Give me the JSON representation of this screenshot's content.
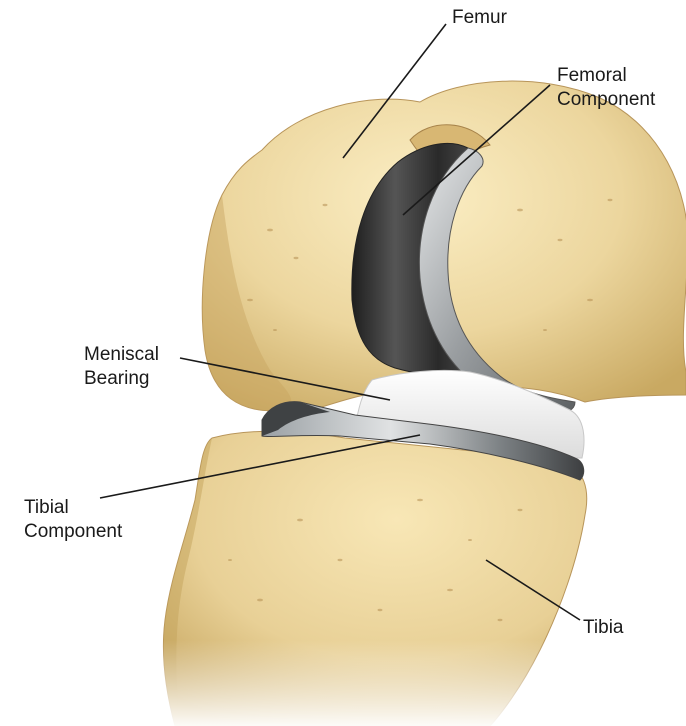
{
  "labels": {
    "femur": "Femur",
    "femoral_component": {
      "line1": "Femoral",
      "line2": "Component"
    },
    "meniscal_bearing": {
      "line1": "Meniscal",
      "line2": "Bearing"
    },
    "tibial_component": {
      "line1": "Tibial",
      "line2": "Component"
    },
    "tibia": "Tibia"
  },
  "colors": {
    "bone": "#e9d39a",
    "bone_shadow": "#cdb06c",
    "metal_dark": "#3a3a3a",
    "metal_light": "#bfc2c4",
    "bearing": "#f4f4f4",
    "leader_line": "#1a1a1a",
    "background": "#ffffff"
  }
}
